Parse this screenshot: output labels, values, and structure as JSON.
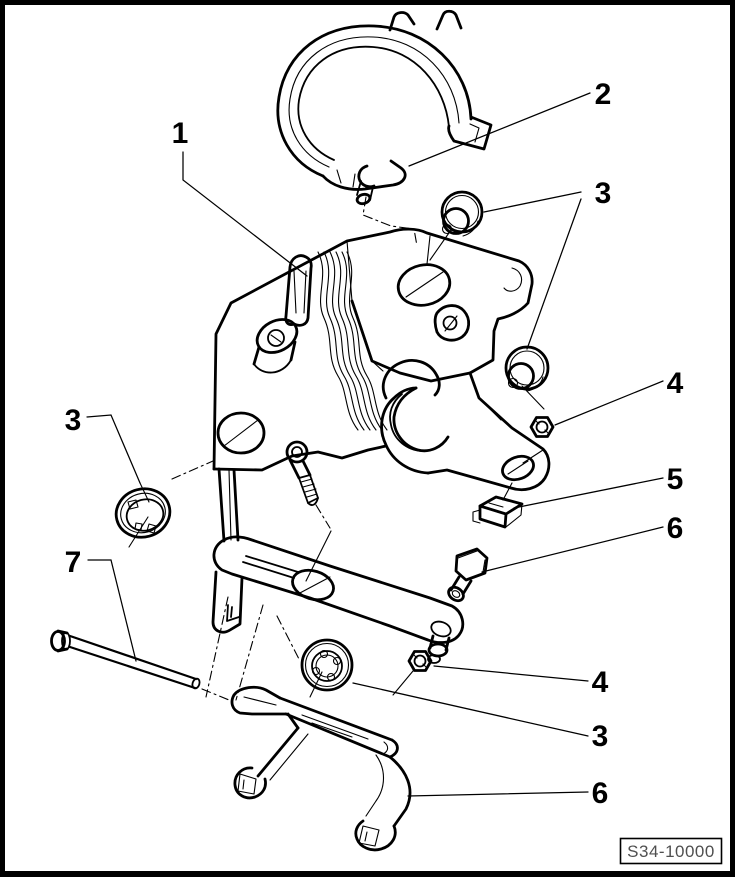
{
  "diagram": {
    "figure_code": "S34-10000",
    "callouts": {
      "c1": "1",
      "c2": "2",
      "c3_top": "3",
      "c4_upper": "4",
      "c5": "5",
      "c6_upper": "6",
      "c3_left": "3",
      "c7": "7",
      "c4_lower": "4",
      "c3_lower": "3",
      "c6_lower": "6"
    }
  },
  "colors": {
    "background": "#ffffff",
    "line": "#000000",
    "figure_code_text": "#4f4f4f"
  }
}
